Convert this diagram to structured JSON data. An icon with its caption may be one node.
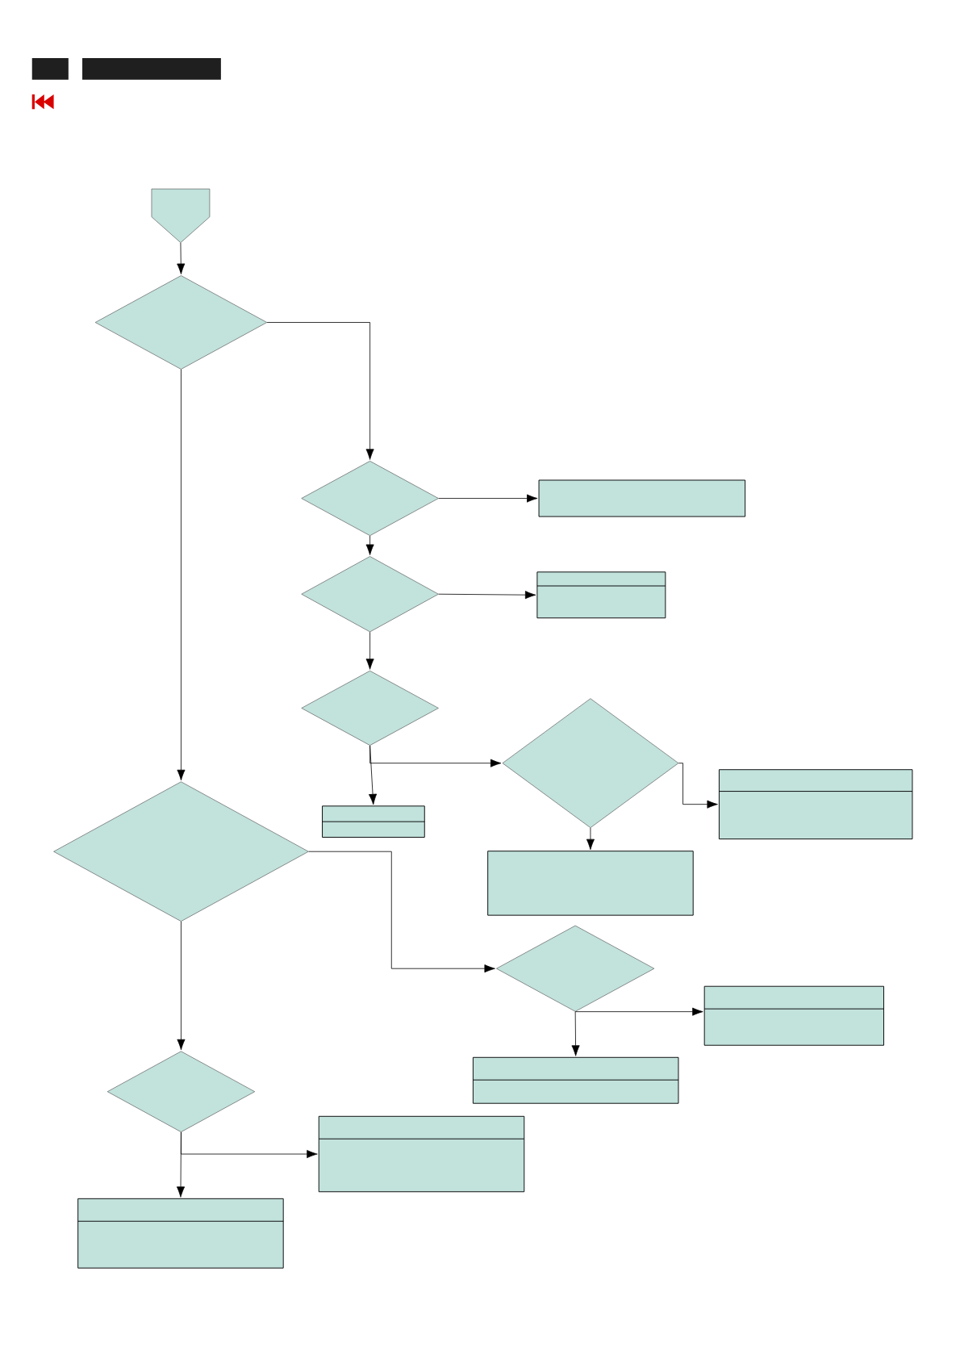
{
  "diagram": {
    "nodes": [
      {
        "text": [],
        "shape": "pentagon"
      },
      {
        "text": [],
        "shape": "diamond"
      },
      {
        "text": [],
        "shape": "diamond"
      },
      {
        "text": [],
        "shape": "box"
      },
      {
        "text": [],
        "shape": "diamond"
      },
      {
        "text": [],
        "shape": "box"
      },
      {
        "text": [],
        "shape": "diamond"
      },
      {
        "text": [],
        "shape": "diamond"
      },
      {
        "text": [],
        "shape": "box"
      },
      {
        "text": [],
        "shape": "box"
      },
      {
        "text": [],
        "shape": "box"
      },
      {
        "text": [],
        "shape": "diamond"
      },
      {
        "text": [],
        "shape": "diamond"
      },
      {
        "text": [],
        "shape": "box"
      },
      {
        "text": [],
        "shape": "box"
      },
      {
        "text": [],
        "shape": "diamond"
      },
      {
        "text": [],
        "shape": "box"
      },
      {
        "text": [],
        "shape": "box"
      }
    ],
    "edges": [
      {
        "from": 0,
        "to": 1,
        "arrow": "to"
      },
      {
        "from": 1,
        "to": 2,
        "arrow": "to"
      },
      {
        "from": 1,
        "to": 11,
        "arrow": "to"
      },
      {
        "from": 2,
        "to": 3,
        "arrow": "to"
      },
      {
        "from": 2,
        "to": 4,
        "arrow": "to"
      },
      {
        "from": 4,
        "to": 5,
        "arrow": "to"
      },
      {
        "from": 4,
        "to": 6,
        "arrow": "to"
      },
      {
        "from": 6,
        "to": 7,
        "arrow": "to"
      },
      {
        "from": 6,
        "to": 9,
        "arrow": "to"
      },
      {
        "from": 7,
        "to": 8,
        "arrow": "to"
      },
      {
        "from": 7,
        "to": 10,
        "arrow": "to"
      },
      {
        "from": 11,
        "to": 12,
        "arrow": "to"
      },
      {
        "from": 11,
        "to": 15,
        "arrow": "to"
      },
      {
        "from": 12,
        "to": 13,
        "arrow": "to"
      },
      {
        "from": 12,
        "to": 14,
        "arrow": "to"
      },
      {
        "from": 15,
        "to": 16,
        "arrow": "to"
      },
      {
        "from": 15,
        "to": 17,
        "arrow": "to"
      }
    ]
  }
}
